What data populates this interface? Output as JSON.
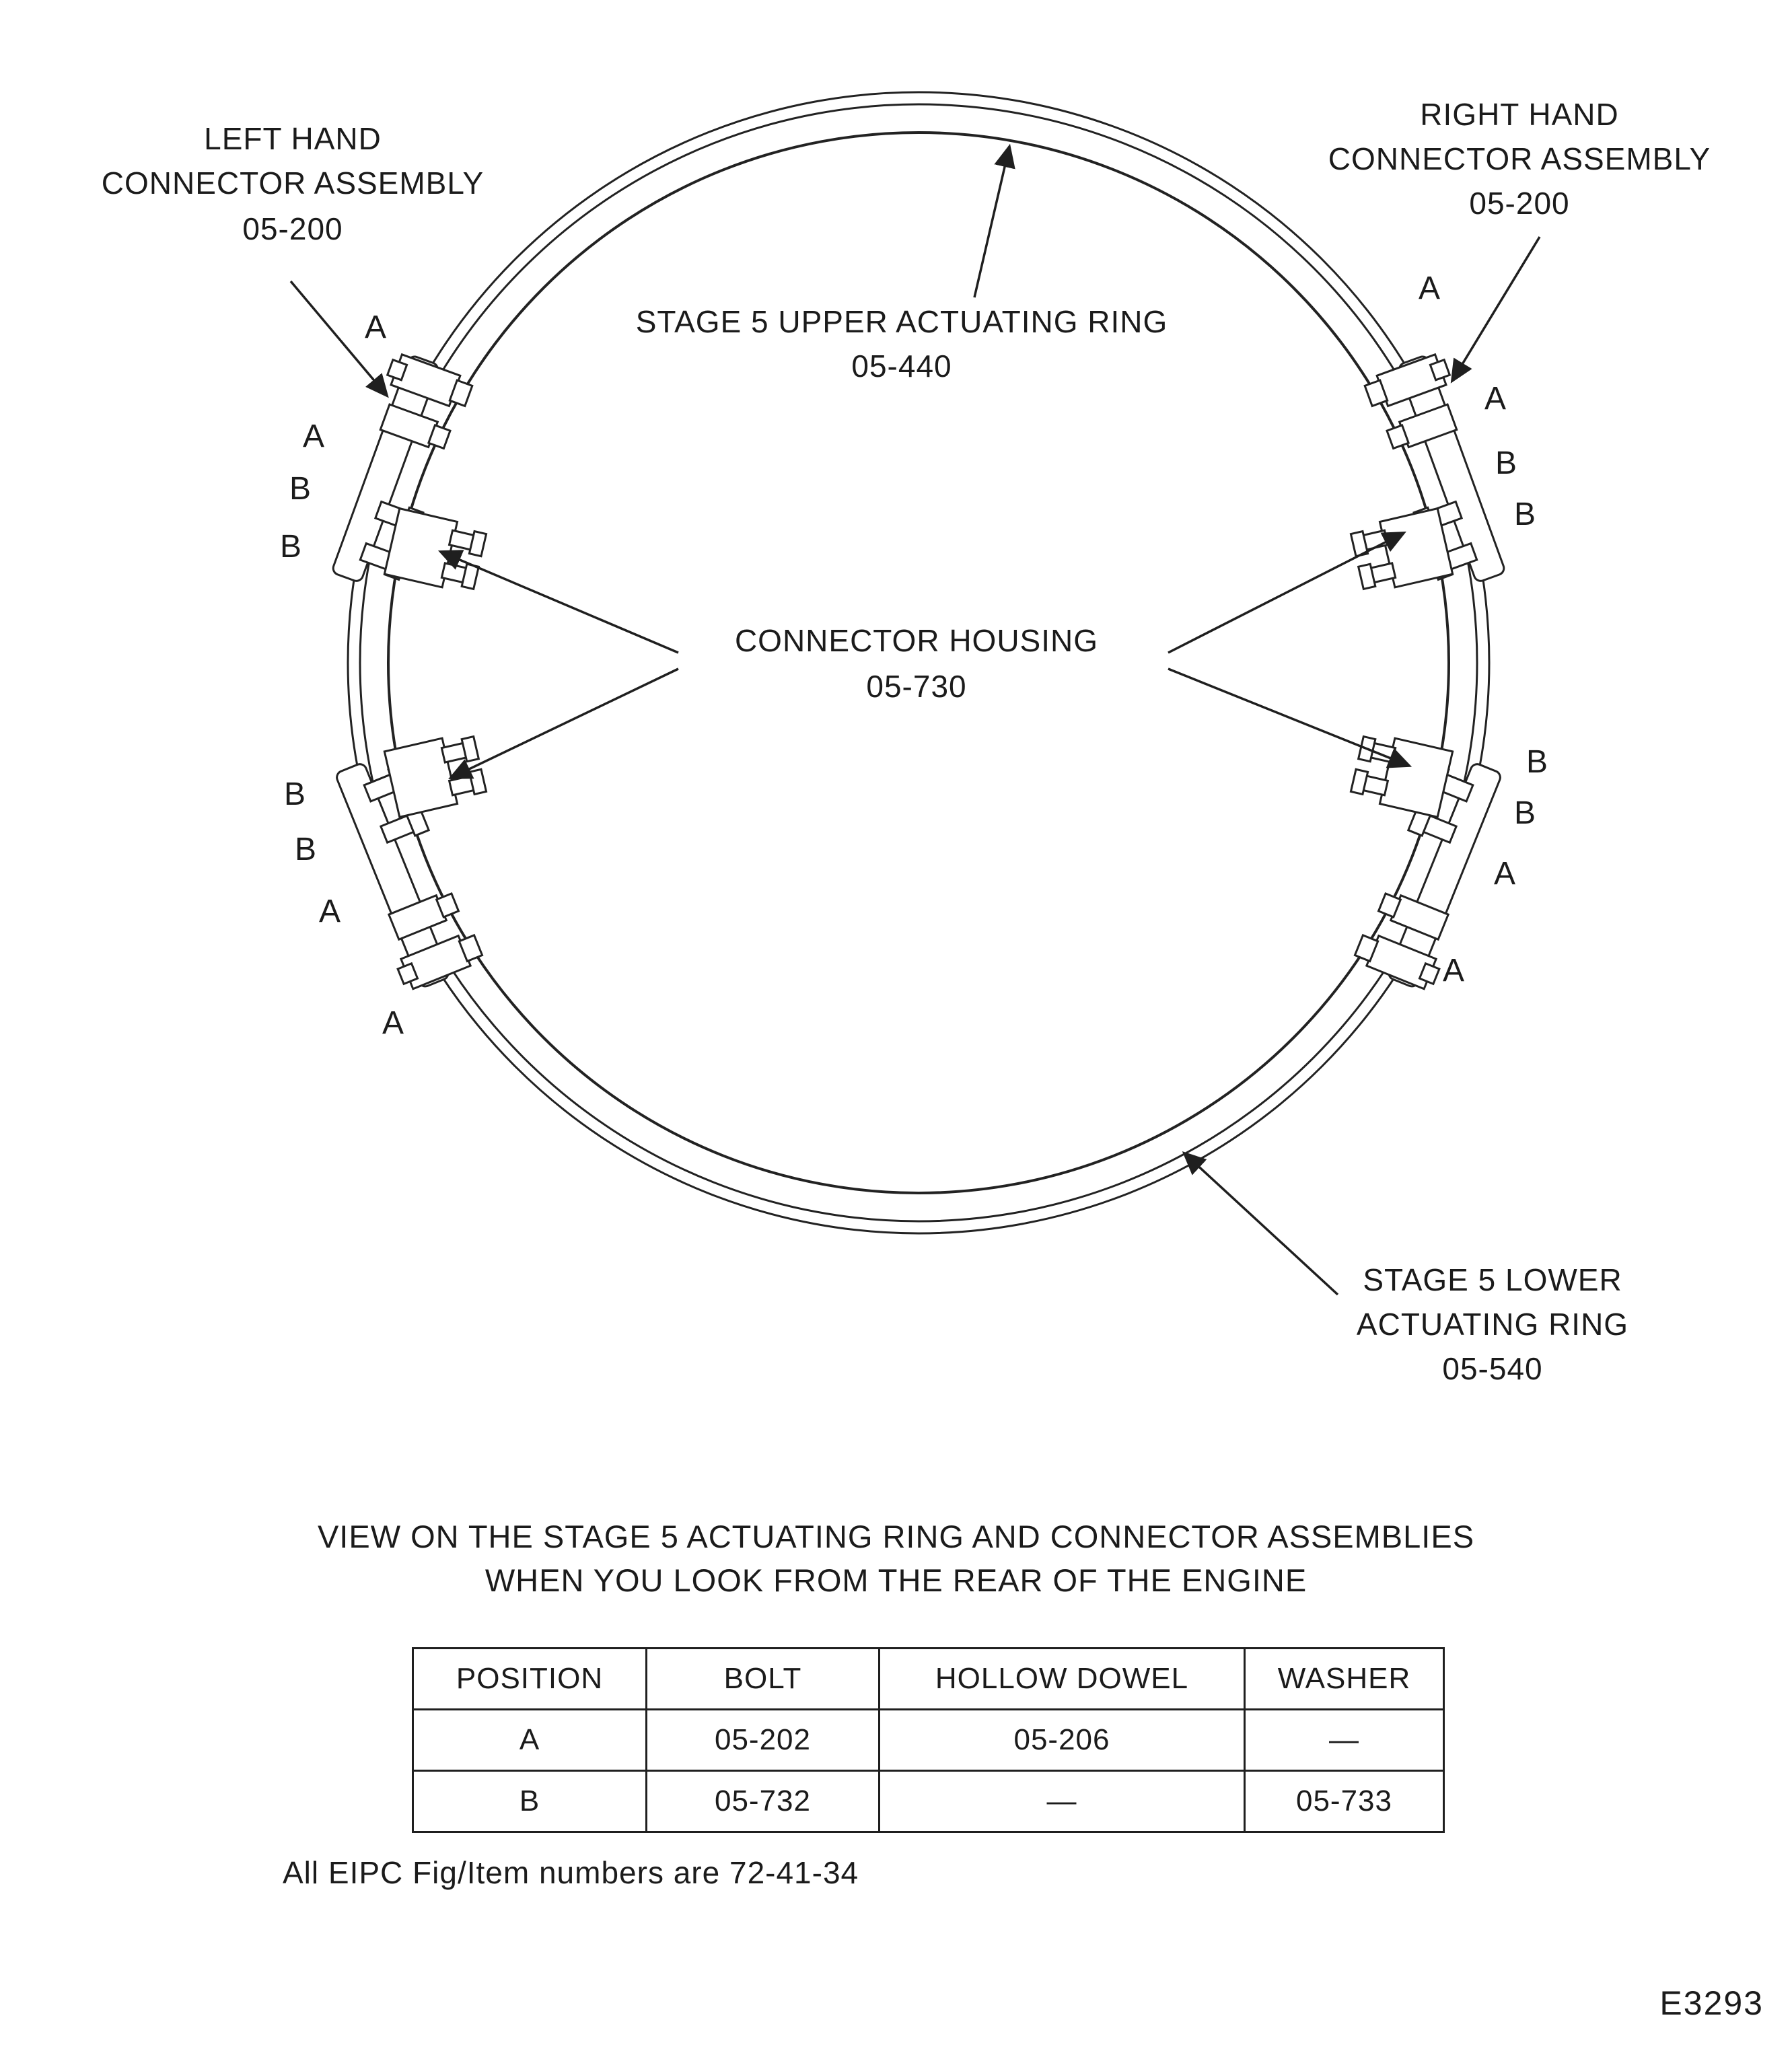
{
  "labels": {
    "left_connector": {
      "line1": "LEFT HAND",
      "line2": "CONNECTOR ASSEMBLY",
      "line3": "05-200"
    },
    "right_connector": {
      "line1": "RIGHT HAND",
      "line2": "CONNECTOR ASSEMBLY",
      "line3": "05-200"
    },
    "upper_ring": {
      "line1": "STAGE 5 UPPER ACTUATING RING",
      "line2": "05-440"
    },
    "connector_housing": {
      "line1": "CONNECTOR HOUSING",
      "line2": "05-730"
    },
    "lower_ring": {
      "line1": "STAGE 5 LOWER",
      "line2": "ACTUATING RING",
      "line3": "05-540"
    }
  },
  "position_markers": {
    "left_upper": [
      "A",
      "A",
      "B",
      "B"
    ],
    "left_lower": [
      "B",
      "B",
      "A",
      "A"
    ],
    "right_upper": [
      "A",
      "A",
      "B",
      "B"
    ],
    "right_lower": [
      "B",
      "B",
      "A",
      "A"
    ]
  },
  "caption": {
    "line1": "VIEW ON THE STAGE 5 ACTUATING RING AND CONNECTOR ASSEMBLIES",
    "line2": "WHEN YOU LOOK FROM THE REAR OF THE ENGINE"
  },
  "table": {
    "headers": [
      "POSITION",
      "BOLT",
      "HOLLOW DOWEL",
      "WASHER"
    ],
    "rows": [
      {
        "position": "A",
        "bolt": "05-202",
        "hollow_dowel": "05-206",
        "washer": "—"
      },
      {
        "position": "B",
        "bolt": "05-732",
        "hollow_dowel": "—",
        "washer": "05-733"
      }
    ]
  },
  "note": "All EIPC Fig/Item numbers are 72-41-34",
  "figure_code": "E3293",
  "colors": {
    "ink": "#1b1b1b",
    "paper": "#ffffff"
  }
}
